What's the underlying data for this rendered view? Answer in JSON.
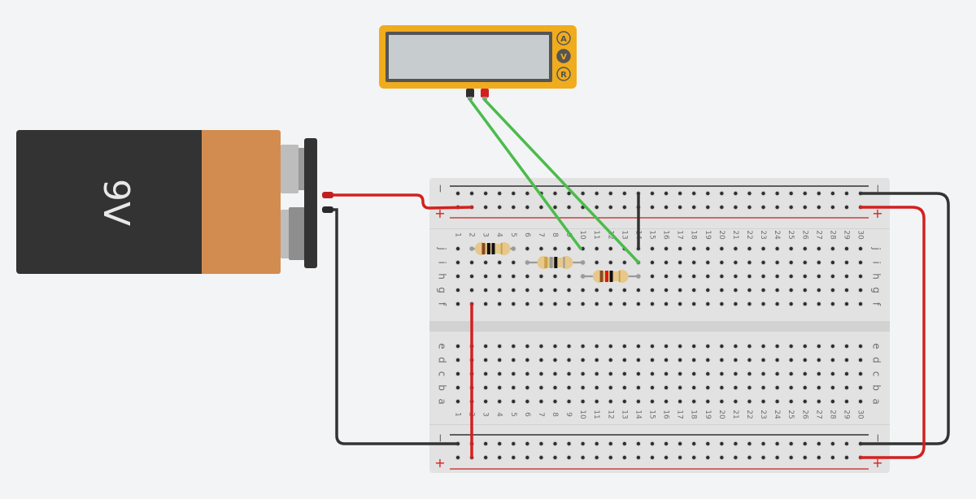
{
  "canvas": {
    "background": "#f3f4f6"
  },
  "battery": {
    "label": "9V",
    "body_color": "#333333",
    "cap_color": "#d28c50",
    "terminal_color": "#bdbdbd"
  },
  "multimeter": {
    "mode_buttons": [
      {
        "label": "A",
        "active": false
      },
      {
        "label": "V",
        "active": true
      },
      {
        "label": "R",
        "active": false
      }
    ],
    "display_value": "",
    "body_color": "#f0ac1d",
    "screen_color": "#c7cdcf",
    "probes": [
      {
        "name": "black-probe",
        "color": "#2f2f2f"
      },
      {
        "name": "red-probe",
        "color": "#d32020"
      }
    ]
  },
  "breadboard": {
    "columns": 30,
    "row_labels_top": [
      "j",
      "i",
      "h",
      "g",
      "f"
    ],
    "row_labels_bottom": [
      "e",
      "d",
      "c",
      "b",
      "a"
    ],
    "rail_minus_label": "−",
    "rail_plus_label": "+",
    "column_numbers": [
      "1",
      "2",
      "3",
      "4",
      "5",
      "6",
      "7",
      "8",
      "9",
      "10",
      "11",
      "12",
      "13",
      "14",
      "15",
      "16",
      "17",
      "18",
      "19",
      "20",
      "21",
      "22",
      "23",
      "24",
      "25",
      "26",
      "27",
      "28",
      "29",
      "30"
    ]
  },
  "resistors": [
    {
      "name": "resistor-1",
      "from": [
        "j",
        2
      ],
      "to": [
        "j",
        5
      ],
      "bands": [
        "#8a4b1c",
        "#111111",
        "#111111",
        "#c9a24a"
      ]
    },
    {
      "name": "resistor-2",
      "from": [
        "i",
        6
      ],
      "to": [
        "i",
        10
      ],
      "bands": [
        "#c9a24a",
        "#9a9a9a",
        "#111111",
        "#9a9a9a"
      ]
    },
    {
      "name": "resistor-3",
      "from": [
        "h",
        10
      ],
      "to": [
        "h",
        14
      ],
      "bands": [
        "#8a4b1c",
        "#e01515",
        "#111111",
        "#c9a24a"
      ]
    }
  ],
  "wires": [
    {
      "name": "wire-battery-positive",
      "color": "#d42020"
    },
    {
      "name": "wire-battery-negative",
      "color": "#333333"
    },
    {
      "name": "wire-top-rail-jumper",
      "color": "#333333"
    },
    {
      "name": "wire-probe-black",
      "color": "#4cbb4c"
    },
    {
      "name": "wire-probe-red",
      "color": "#4cbb4c"
    },
    {
      "name": "wire-rail-bridge-negative",
      "color": "#333333"
    },
    {
      "name": "wire-rail-bridge-positive",
      "color": "#d42020"
    },
    {
      "name": "wire-col2-vertical",
      "color": "#d42020"
    }
  ]
}
